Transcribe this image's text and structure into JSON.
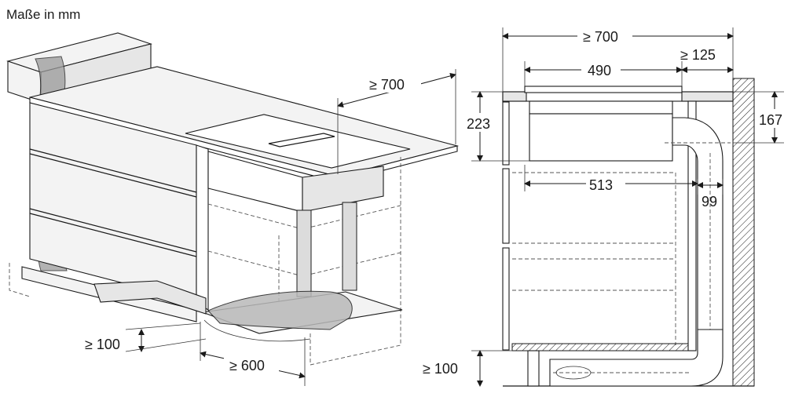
{
  "title": "Maße in mm",
  "left_view": {
    "depth_label": "≥ 700",
    "plinth_height_label": "≥ 100",
    "width_label": "≥ 600"
  },
  "right_view": {
    "depth_label": "≥ 700",
    "hob_width_label": "490",
    "wall_gap_label": "≥ 125",
    "height_223_label": "223",
    "height_167_label": "167",
    "cutout_513_label": "513",
    "duct_99_label": "99",
    "plinth_height_label": "≥ 100"
  }
}
